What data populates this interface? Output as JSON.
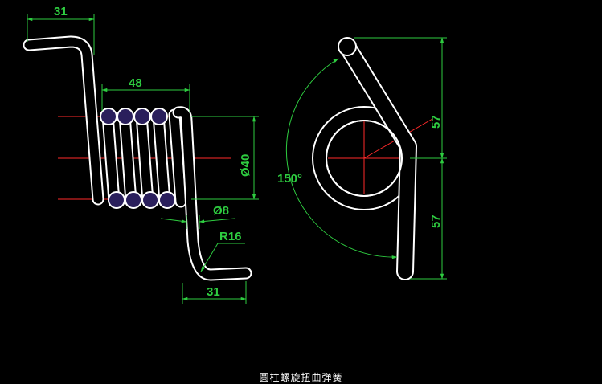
{
  "drawing": {
    "caption": "圆柱螺旋扭曲弹簧",
    "colors": {
      "background": "#000000",
      "outline": "#ffffff",
      "dimension": "#2ecc40",
      "centerline": "#ff2a2a",
      "coil_fill": "#2a1f5c"
    },
    "front_view": {
      "top_leg_length": "31",
      "coil_length": "48",
      "coil_diameter": "Ø40",
      "wire_diameter": "Ø8",
      "bend_radius": "R16",
      "bottom_leg_length": "31"
    },
    "side_view": {
      "leg_angle": "150°",
      "upper_leg_length": "57",
      "lower_leg_length": "57"
    }
  }
}
